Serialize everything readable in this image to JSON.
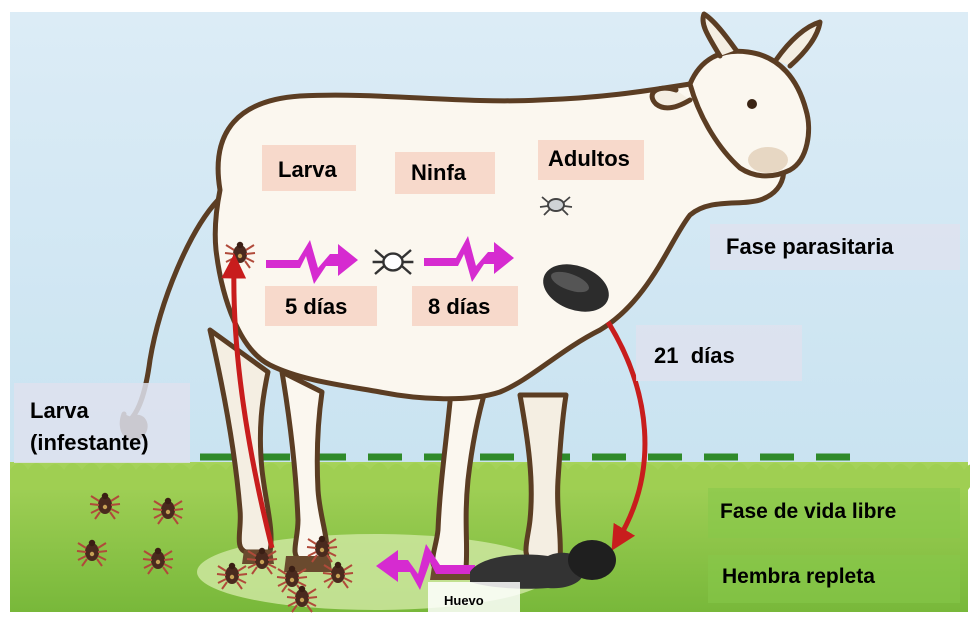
{
  "labels": {
    "larva": "Larva",
    "ninfa": "Ninfa",
    "adultos": "Adultos",
    "dias_5": "5 días",
    "dias_8": "8 días",
    "fase_parasitaria": "Fase parasitaria",
    "dias_21": "21  días",
    "larva_infestante_1": "Larva",
    "larva_infestante_2": "(infestante)",
    "fase_vida_libre": "Fase de vida libre",
    "hembra_repleta": "Hembra repleta",
    "huevo": "Huevo"
  },
  "icons": [
    "cow-illustration",
    "tick-icon",
    "lightning-arrow-icon",
    "curved-red-arrow-icon",
    "engorged-tick-icon",
    "egg-mass-icon"
  ],
  "colors": {
    "sky": "#cfe6f3",
    "grass": "#8fca45",
    "ground_line": "#2f8a2a",
    "arrow_pink": "#d62bd0",
    "arrow_red": "#c81d1d",
    "cow_body": "#fbf7ef",
    "cow_outline": "#5b3d23"
  }
}
